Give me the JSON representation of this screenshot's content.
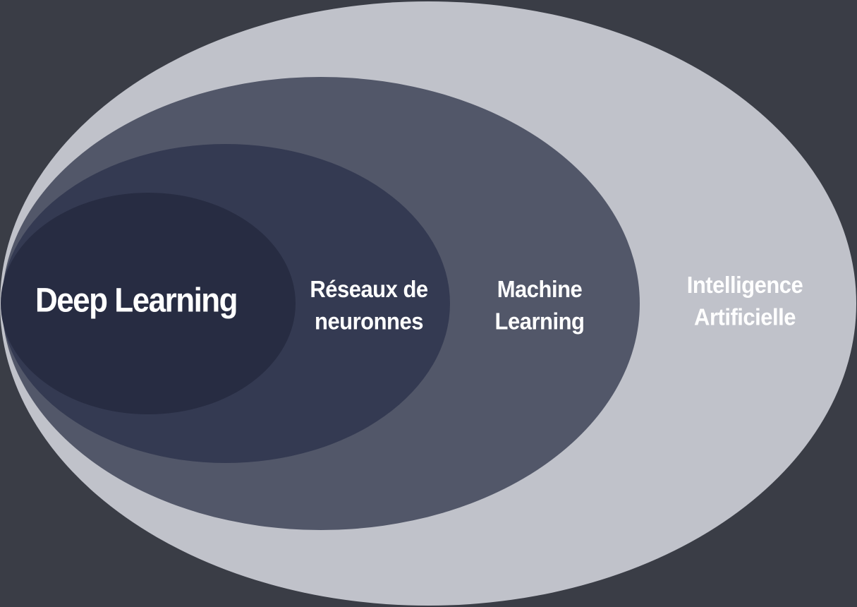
{
  "diagram": {
    "layers": [
      {
        "id": "ai",
        "label": "Intelligence\nArtificielle",
        "color": "#c0c2ca"
      },
      {
        "id": "ml",
        "label": "Machine\nLearning",
        "color": "#525769"
      },
      {
        "id": "nn",
        "label": "Réseaux de\nneuronnes",
        "color": "#343a52"
      },
      {
        "id": "dl",
        "label": "Deep Learning",
        "color": "#272c42"
      }
    ],
    "background_color": "#3a3d46",
    "text_color": "#ffffff"
  }
}
